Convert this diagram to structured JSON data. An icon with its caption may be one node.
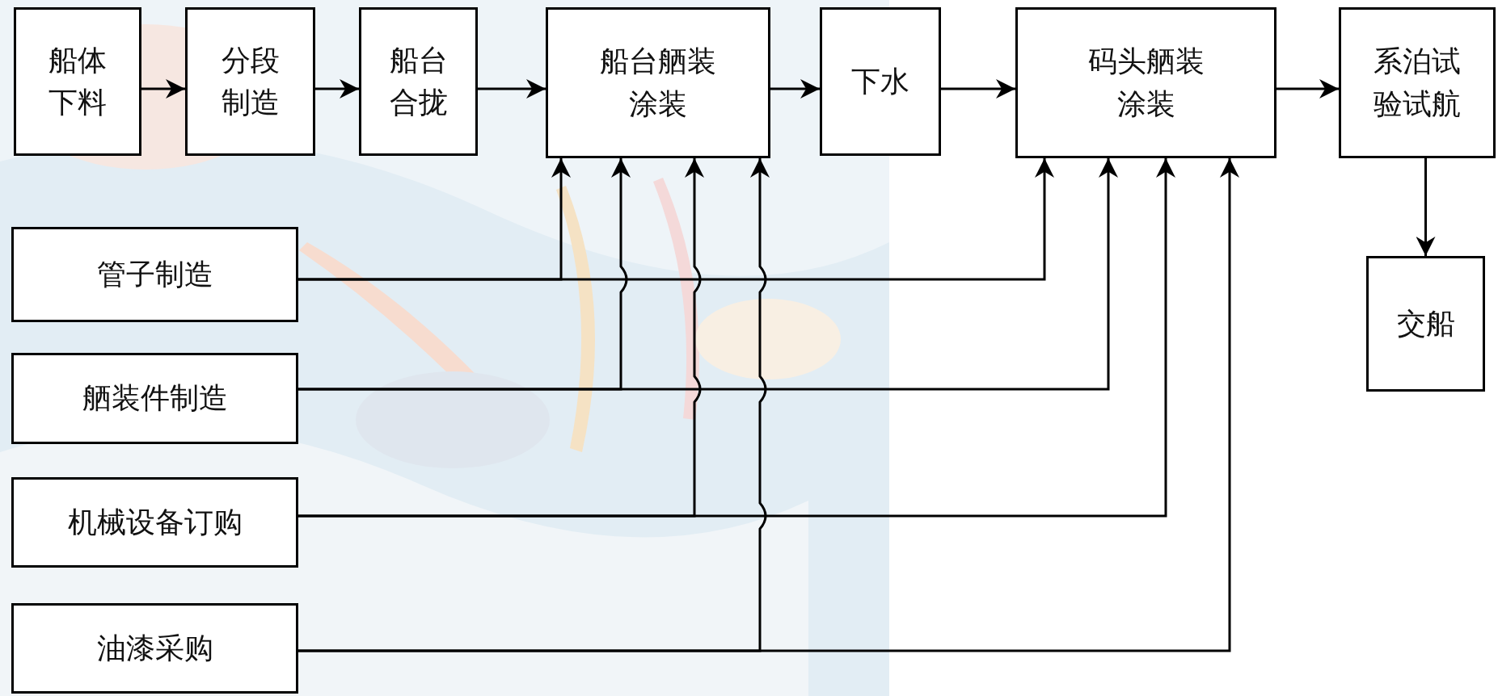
{
  "diagram": {
    "nodes": [
      {
        "text": [
          "船体下料"
        ]
      },
      {
        "text": [
          "分段制造"
        ]
      },
      {
        "text": [
          "船台合拢"
        ]
      },
      {
        "text": [
          "船台舾装涂装"
        ]
      },
      {
        "text": [
          "下水"
        ]
      },
      {
        "text": [
          "码头舾装涂装"
        ]
      },
      {
        "text": [
          "系泊试验试航"
        ]
      },
      {
        "text": [
          "交船"
        ]
      },
      {
        "text": [
          "管子制造"
        ]
      },
      {
        "text": [
          "舾装件制造"
        ]
      },
      {
        "text": [
          "机械设备订购"
        ]
      },
      {
        "text": [
          "油漆采购"
        ]
      }
    ],
    "edges": [
      {
        "from": 0,
        "to": 1,
        "arrow": "to"
      },
      {
        "from": 1,
        "to": 2,
        "arrow": "to"
      },
      {
        "from": 2,
        "to": 3,
        "arrow": "to"
      },
      {
        "from": 3,
        "to": 4,
        "arrow": "to"
      },
      {
        "from": 4,
        "to": 5,
        "arrow": "to"
      },
      {
        "from": 5,
        "to": 6,
        "arrow": "to"
      },
      {
        "from": 6,
        "to": 7,
        "arrow": "to"
      },
      {
        "from": 8,
        "to": 3,
        "arrow": "to"
      },
      {
        "from": 8,
        "to": 5,
        "arrow": "to"
      },
      {
        "from": 9,
        "to": 3,
        "arrow": "to"
      },
      {
        "from": 9,
        "to": 5,
        "arrow": "to"
      },
      {
        "from": 10,
        "to": 3,
        "arrow": "to"
      },
      {
        "from": 10,
        "to": 5,
        "arrow": "to"
      },
      {
        "from": 11,
        "to": 3,
        "arrow": "to"
      },
      {
        "from": 11,
        "to": 5,
        "arrow": "to"
      }
    ]
  }
}
